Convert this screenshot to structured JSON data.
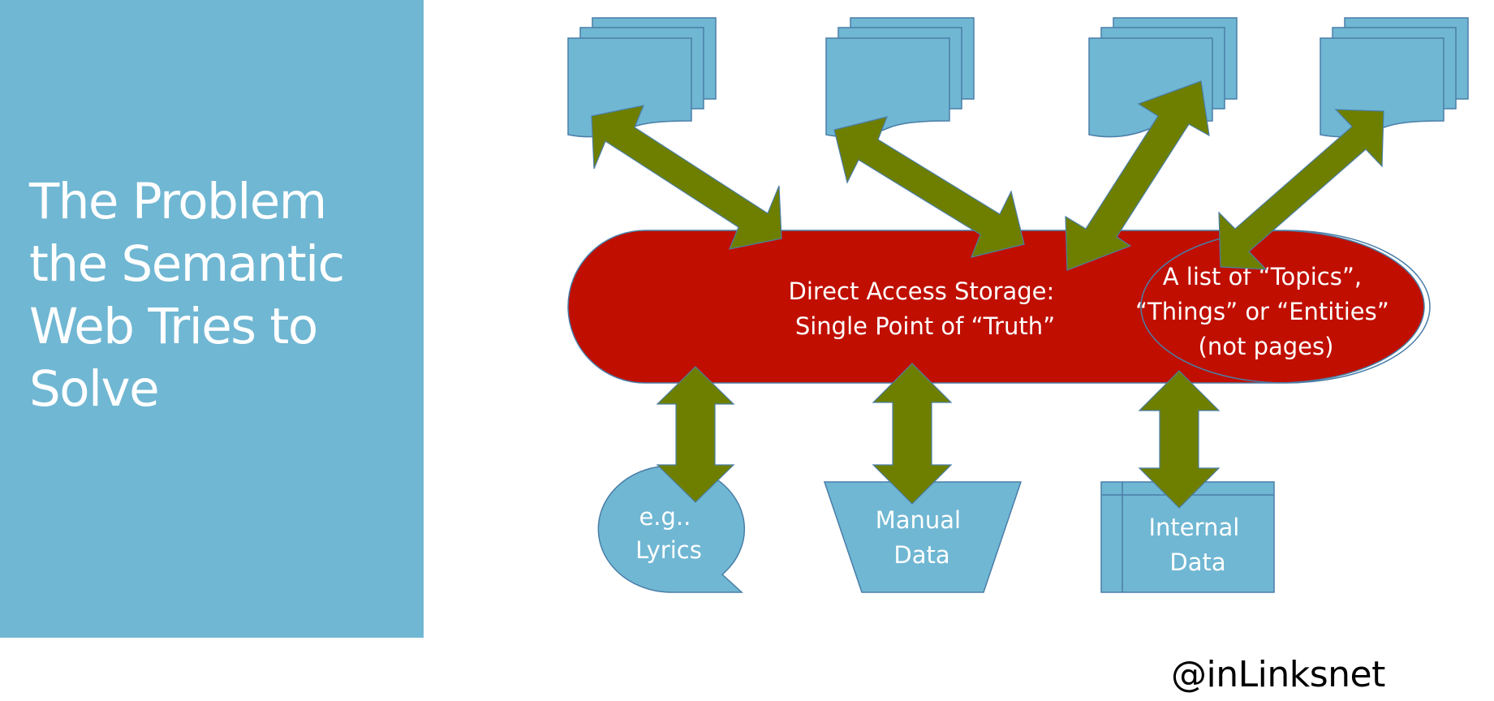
{
  "slide": {
    "title_lines": [
      "The Problem",
      "the Semantic",
      "Web Tries to",
      "Solve"
    ],
    "footer": "@inLinksnet"
  },
  "diagram": {
    "storage": {
      "label_lines": [
        "Direct Access Storage:",
        "Single Point of “Truth”"
      ]
    },
    "entities": {
      "label_lines": [
        "A list of “Topics”,",
        "“Things” or “Entities”",
        "(not pages)"
      ]
    },
    "sources": {
      "lyrics_lines": [
        "e.g..",
        "Lyrics"
      ],
      "manual_lines": [
        "Manual",
        "Data"
      ],
      "internal_lines": [
        "Internal",
        "Data"
      ]
    }
  },
  "colors": {
    "panel": "#70b7d3",
    "storage_fill": "#c00f00",
    "arrow_fill": "#6e7f00",
    "shape_fill": "#70b7d3",
    "outline": "#4a7ea8"
  }
}
